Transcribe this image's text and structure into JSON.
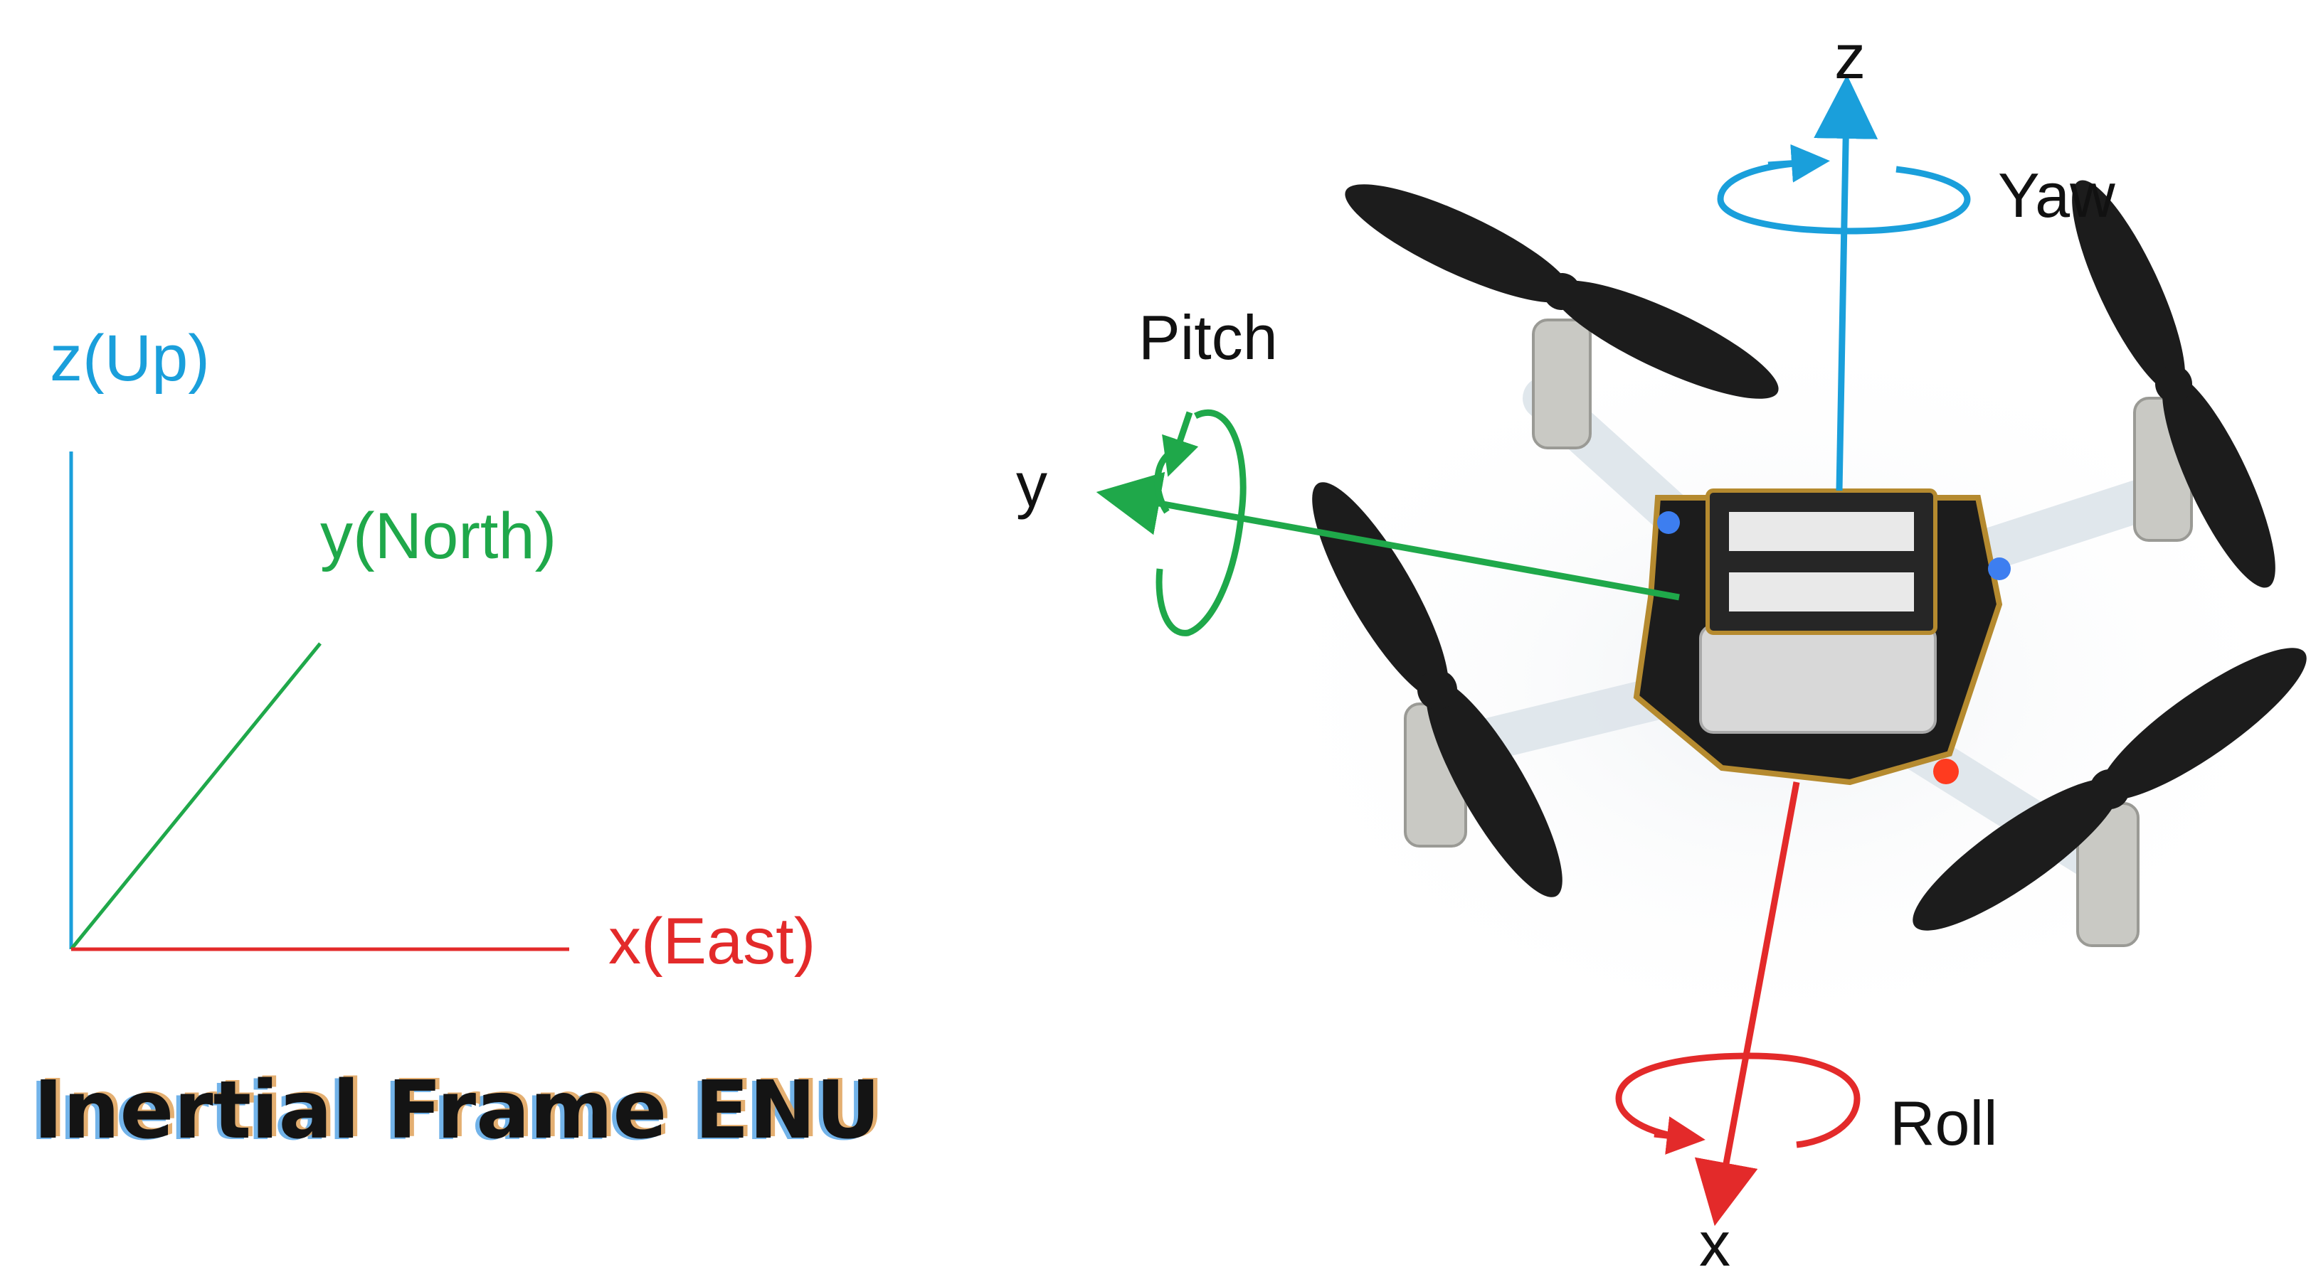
{
  "inertial_frame": {
    "axes": {
      "z": {
        "label": "z(Up)",
        "color": "#1a9fdb"
      },
      "y": {
        "label": "y(North)",
        "color": "#1fa84a"
      },
      "x": {
        "label": "x(East)",
        "color": "#e32a2a"
      }
    },
    "caption": "Inertial Frame ENU"
  },
  "body_frame": {
    "axes": {
      "z": {
        "label": "z",
        "color": "#1a9fdb"
      },
      "y": {
        "label": "y",
        "color": "#1fa84a"
      },
      "x": {
        "label": "x",
        "color": "#e32a2a"
      }
    },
    "rotations": {
      "yaw": "Yaw",
      "pitch": "Pitch",
      "roll": "Roll"
    },
    "text_color": "#111111",
    "drone_body_color": "#1c1c1c",
    "arm_color": "#dfe6ec",
    "motor_color": "#c9c9c4",
    "battery_color": "#d8d8d8",
    "pcb_gold_color": "#b58a2f"
  }
}
